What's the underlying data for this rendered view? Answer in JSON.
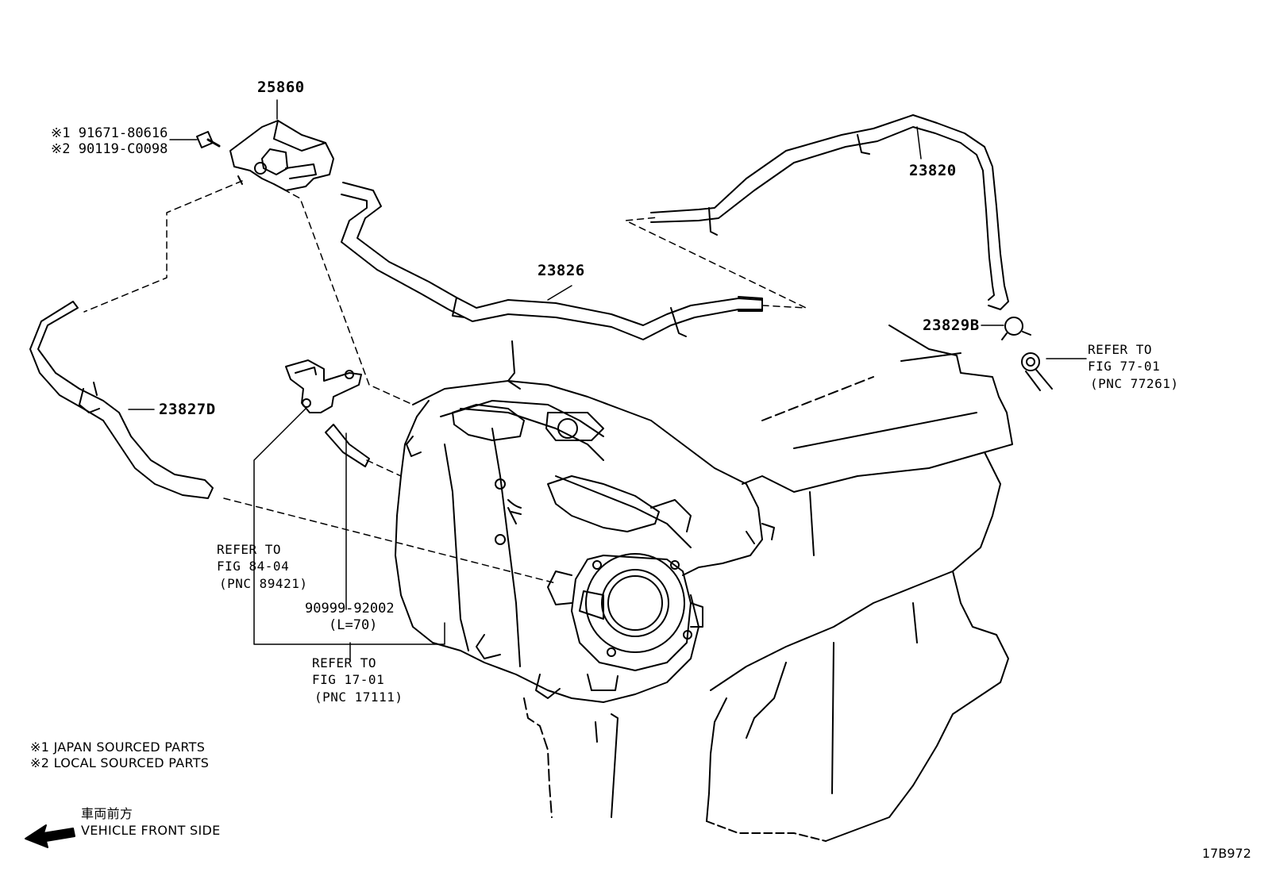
{
  "callouts": {
    "p25860": "25860",
    "p23820": "23820",
    "p23826": "23826",
    "p23827D": "23827D",
    "p23829B": "23829B",
    "bolt_line1": "※1 91671-80616",
    "bolt_line2": "※2 90119-C0098",
    "hose_small": "90999-92002",
    "hose_small_len": "(L=70)"
  },
  "references": {
    "fig77": {
      "l1": "REFER TO",
      "l2": "FIG 77-01",
      "l3": "(PNC 77261)"
    },
    "fig84": {
      "l1": "REFER TO",
      "l2": "FIG 84-04",
      "l3": "(PNC 89421)"
    },
    "fig17": {
      "l1": "REFER TO",
      "l2": "FIG 17-01",
      "l3": "(PNC 17111)"
    }
  },
  "legend": {
    "note1": "※1  JAPAN SOURCED PARTS",
    "note2": "※2  LOCAL SOURCED PARTS",
    "direction_jp": "車両前方",
    "direction_en": "VEHICLE FRONT SIDE"
  },
  "figure_id": "17B972",
  "colors": {
    "line": "#000000",
    "background": "#ffffff"
  }
}
